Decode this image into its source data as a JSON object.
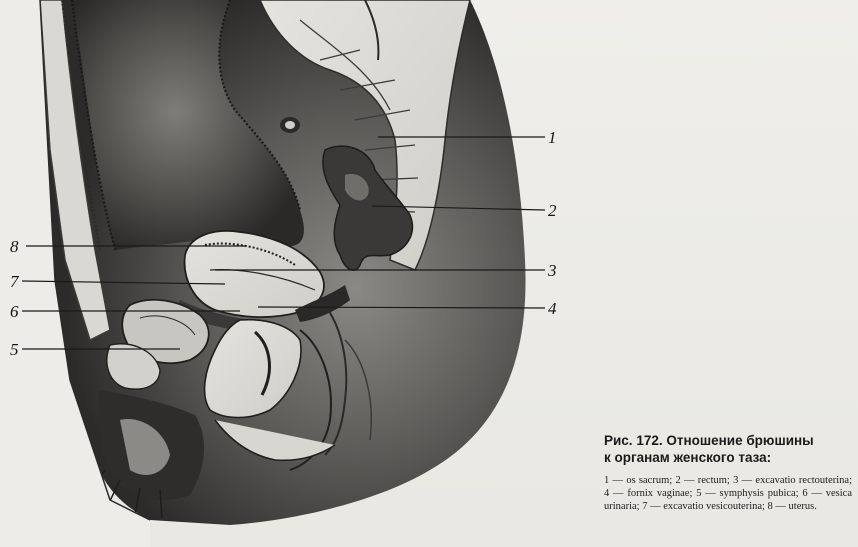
{
  "figure": {
    "callouts": [
      {
        "id": "1",
        "label": "1"
      },
      {
        "id": "2",
        "label": "2"
      },
      {
        "id": "3",
        "label": "3"
      },
      {
        "id": "4",
        "label": "4"
      },
      {
        "id": "5",
        "label": "5"
      },
      {
        "id": "6",
        "label": "6"
      },
      {
        "id": "7",
        "label": "7"
      },
      {
        "id": "8",
        "label": "8"
      }
    ]
  },
  "caption": {
    "title_line1": "Рис. 172. Отношение брюшины",
    "title_line2": "к органам женского таза:",
    "legend_text": "1 — os sacrum; 2 — rectum; 3 — excavatio rectouterina; 4 — fornix vaginae; 5 — symphysis pubica; 6 — vesica urinaria; 7 — excavatio vesicouterina; 8 — uterus."
  }
}
